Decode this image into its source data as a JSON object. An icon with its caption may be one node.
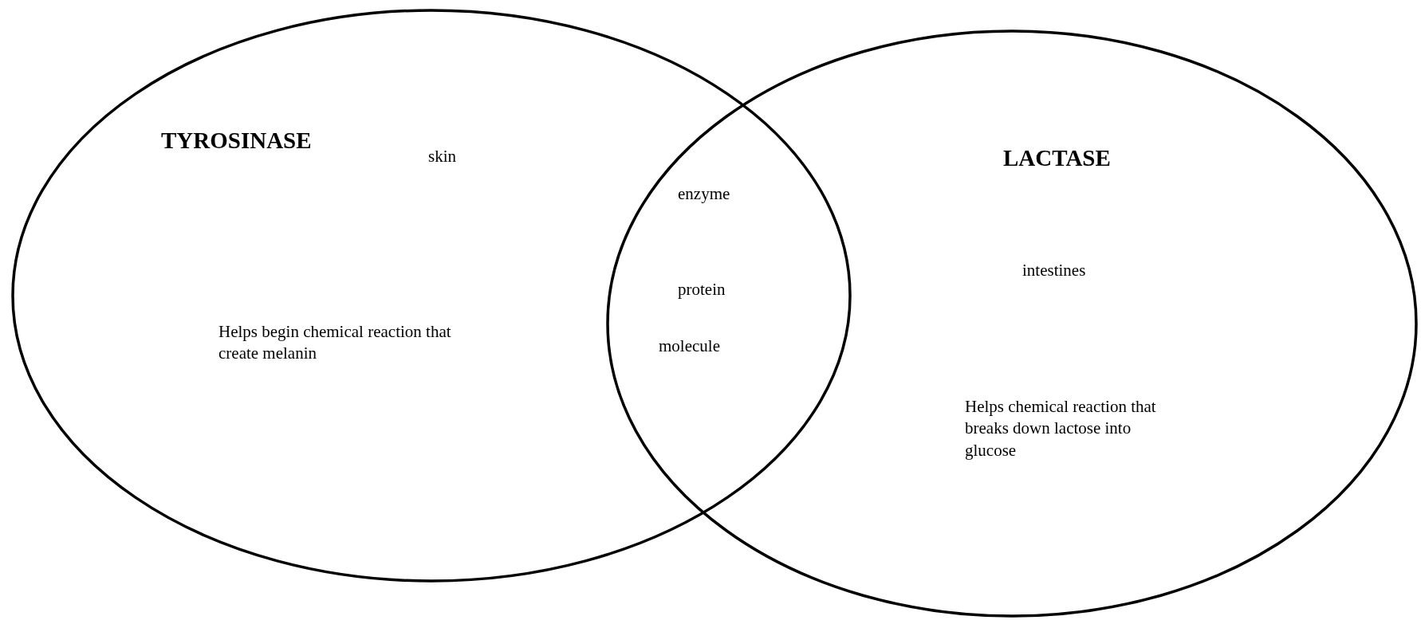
{
  "diagram": {
    "nodes": [
      {
        "text": [
          "TYROSINASE",
          "skin",
          "Helps begin chemical reaction that create melanin"
        ]
      },
      {
        "text": [
          "LACTASE",
          "intestines",
          "Helps chemical reaction that breaks down lactose into glucose"
        ]
      }
    ],
    "labels": [
      "enzyme",
      "protein",
      "molecule"
    ]
  }
}
